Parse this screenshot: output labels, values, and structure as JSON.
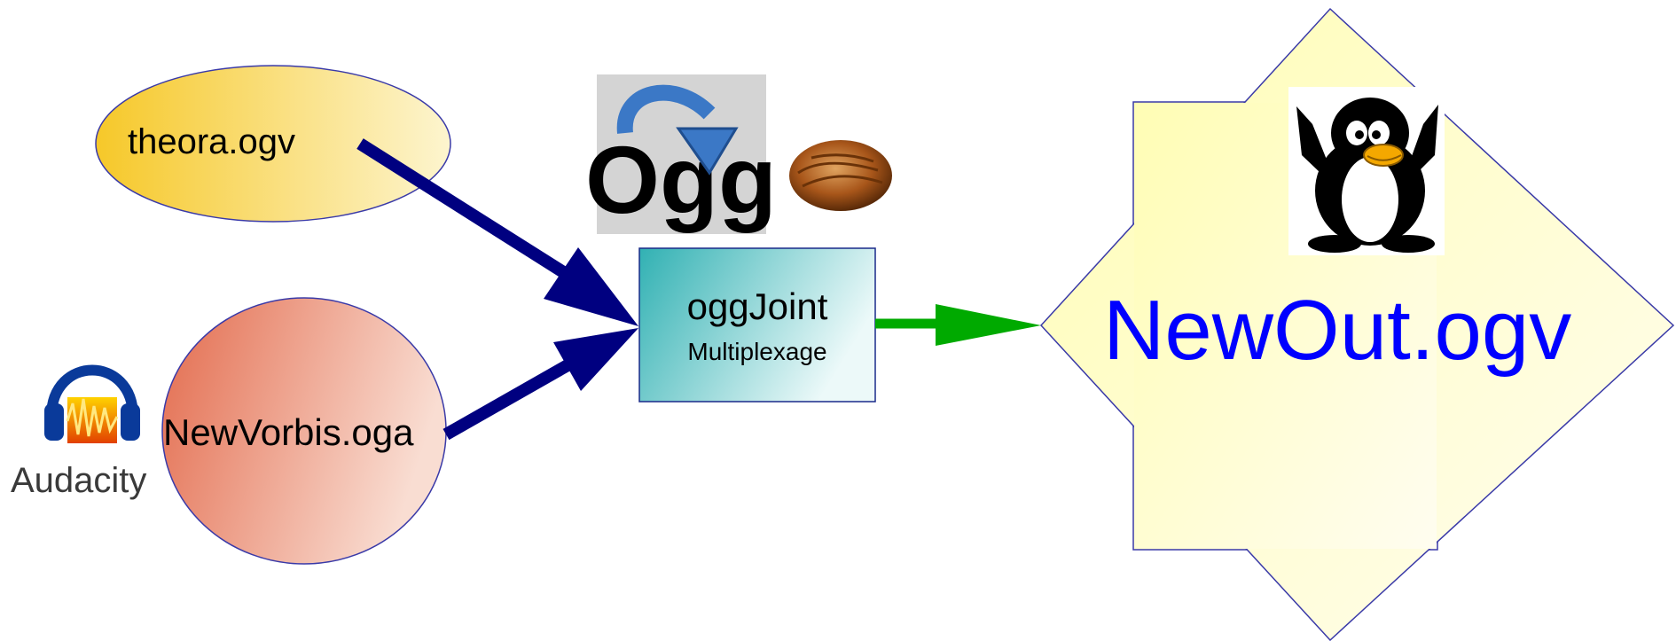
{
  "nodes": {
    "theora": {
      "label": "theora.ogv"
    },
    "vorbis": {
      "label": "NewVorbis.oga"
    },
    "joint": {
      "title": "oggJoint",
      "subtitle": "Multiplexage"
    },
    "output": {
      "label": "NewOut.ogv"
    }
  },
  "icons": {
    "audacity": {
      "caption": "Audacity",
      "icon": "audacity-headphones-icon"
    },
    "ogg": {
      "text": "Ogg",
      "icon": "ogg-logo-icon"
    },
    "nut": {
      "icon": "walnut-icon"
    },
    "tux": {
      "icon": "tux-penguin-icon"
    }
  },
  "edges": [
    {
      "from": "theora",
      "to": "joint",
      "color": "#000080"
    },
    {
      "from": "vorbis",
      "to": "joint",
      "color": "#000080"
    },
    {
      "from": "joint",
      "to": "output",
      "color": "#00aa00"
    }
  ],
  "colors": {
    "arrow_blue": "#000080",
    "arrow_green": "#00aa00",
    "output_text": "#0000ff",
    "star_fill": "#ffffc8"
  }
}
